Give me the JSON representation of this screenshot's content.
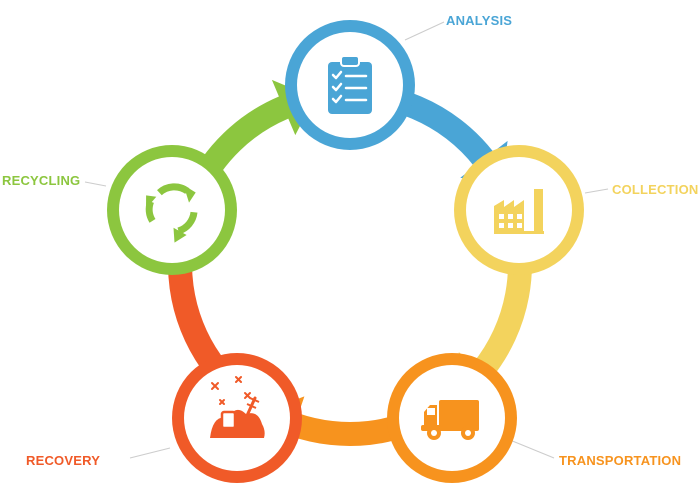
{
  "colors": {
    "analysis": "#4aa5d6",
    "collection": "#f3d35d",
    "transportation": "#f7931e",
    "recovery": "#f05a28",
    "recycling": "#8cc63f",
    "leader": "#cccccc",
    "background": "#ffffff"
  },
  "steps": [
    {
      "label": "ANALYSIS",
      "icon": "clipboard-checklist-icon"
    },
    {
      "label": "COLLECTION",
      "icon": "factory-icon"
    },
    {
      "label": "TRANSPORTATION",
      "icon": "truck-icon"
    },
    {
      "label": "RECOVERY",
      "icon": "waste-pile-icon"
    },
    {
      "label": "RECYCLING",
      "icon": "recycle-icon"
    }
  ]
}
